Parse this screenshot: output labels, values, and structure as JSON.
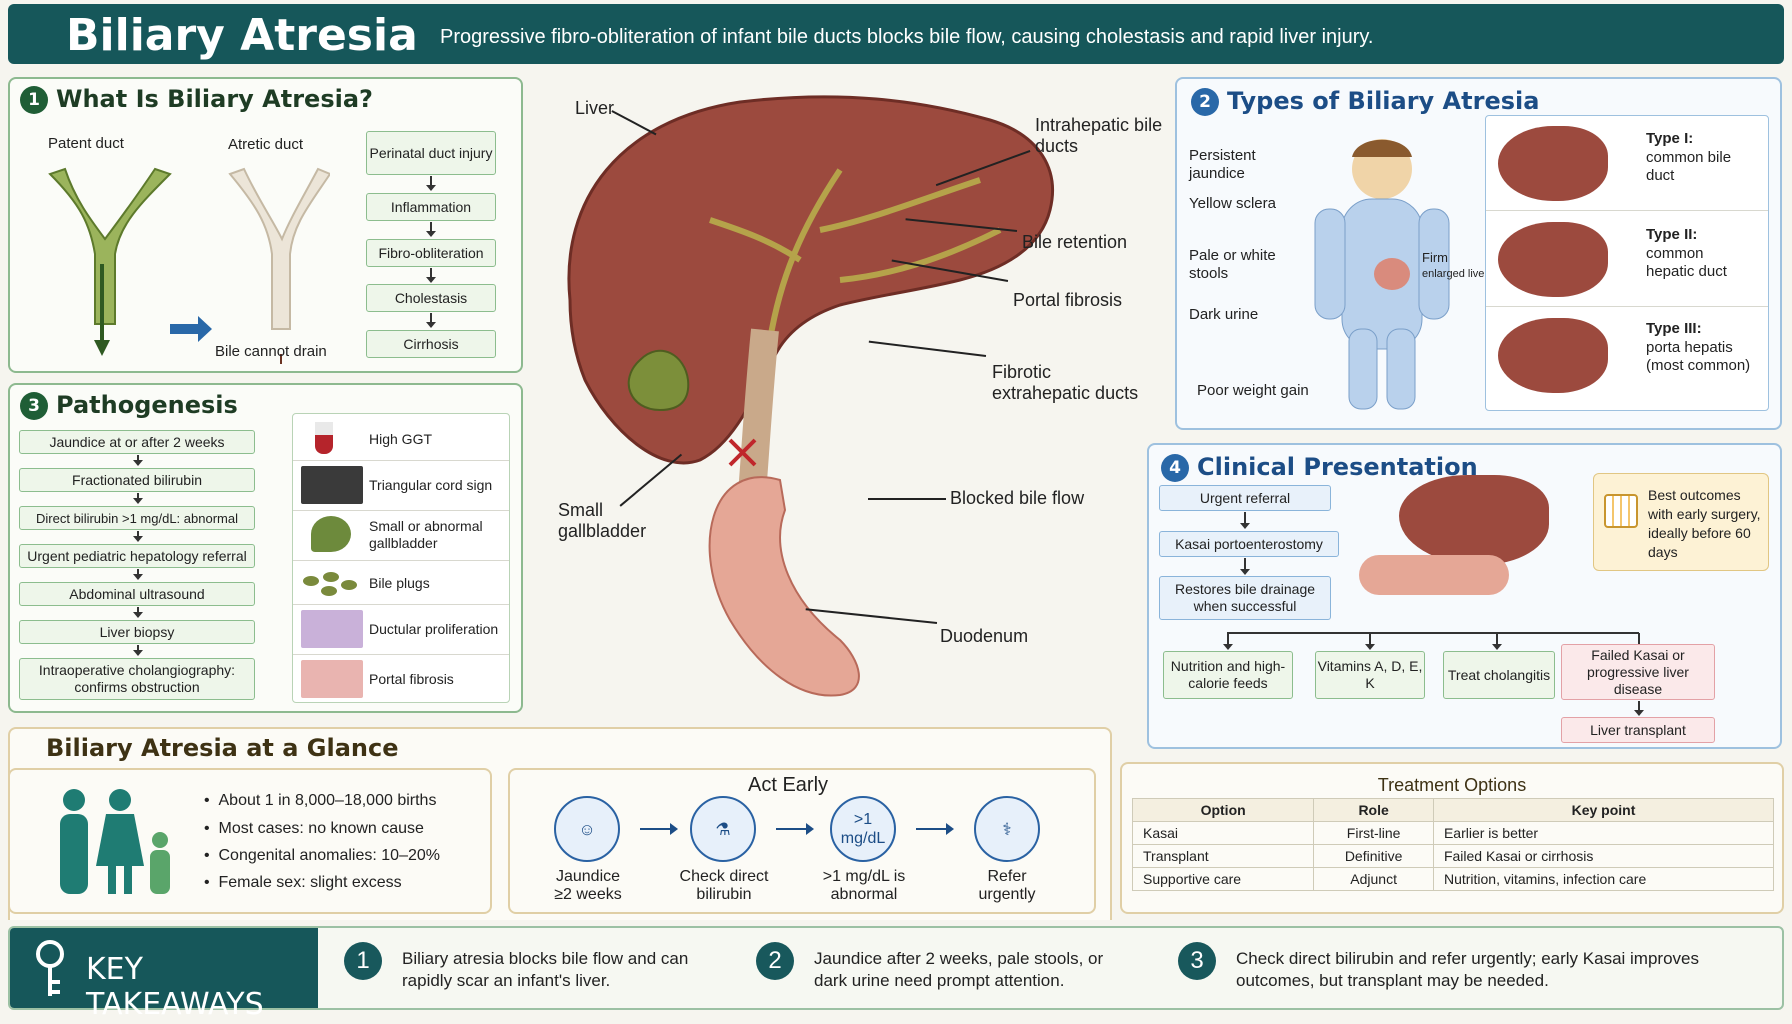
{
  "header": {
    "title": "Biliary Atresia",
    "subtitle": "Progressive fibro-obliteration of infant bile ducts blocks bile flow, causing cholestasis and rapid liver injury."
  },
  "what": {
    "num": "1",
    "title": "What Is Biliary Atresia?",
    "patent": "Patent duct",
    "atretic": "Atretic duct",
    "cannot_drain": "Bile cannot drain",
    "flow": [
      "Perinatal duct injury",
      "Inflammation",
      "Fibro-obliteration",
      "Cholestasis",
      "Cirrhosis"
    ]
  },
  "patho": {
    "num": "3",
    "title": "Pathogenesis",
    "steps": [
      "Jaundice at or after 2 weeks",
      "Fractionated bilirubin",
      "Direct bilirubin >1 mg/dL: abnormal",
      "Urgent pediatric hepatology referral",
      "Abdominal ultrasound",
      "Liver biopsy",
      "Intraoperative cholangiography: confirms obstruction"
    ],
    "findings": [
      "High GGT",
      "Triangular cord sign",
      "Small or abnormal gallbladder",
      "Bile plugs",
      "Ductular proliferation",
      "Portal fibrosis"
    ]
  },
  "liver": {
    "labels": {
      "liver": "Liver",
      "intra": "Intrahepatic bile ducts",
      "retention": "Bile retention",
      "portal": "Portal fibrosis",
      "fibrotic": "Fibrotic extrahepatic ducts",
      "blocked": "Blocked bile flow",
      "gallbladder": "Small gallbladder",
      "duodenum": "Duodenum"
    }
  },
  "types": {
    "num": "2",
    "title": "Types of Biliary Atresia",
    "signs": [
      "Persistent jaundice",
      "Yellow sclera",
      "Pale or white stools",
      "Dark urine",
      "Poor weight gain"
    ],
    "firm": "Firm",
    "enlarged": "enlarged liver",
    "list": [
      {
        "name": "Type I:",
        "desc": "common bile duct"
      },
      {
        "name": "Type II:",
        "desc": "common hepatic duct"
      },
      {
        "name": "Type III:",
        "desc": "porta hepatis (most common)"
      }
    ]
  },
  "clinical": {
    "num": "4",
    "title": "Clinical Presentation",
    "flow": [
      "Urgent referral",
      "Kasai portoenterostomy",
      "Restores bile drainage when successful"
    ],
    "best": "Best outcomes with early surgery, ideally before 60 days",
    "branches": [
      "Nutrition and high-calorie feeds",
      "Vitamins A, D, E, K",
      "Treat cholangitis",
      "Failed Kasai or progressive liver disease"
    ],
    "transplant": "Liver transplant"
  },
  "glance": {
    "title": "Biliary Atresia at a Glance",
    "facts": [
      "About 1 in 8,000–18,000 births",
      "Most cases: no known cause",
      "Congenital anomalies: 10–20%",
      "Female sex: slight excess"
    ]
  },
  "act": {
    "title": "Act Early",
    "steps": [
      {
        "icon": "",
        "label": "Jaundice ≥2 weeks"
      },
      {
        "icon": "",
        "label": "Check direct bilirubin"
      },
      {
        "icon": ">1 mg/dL",
        "label": ">1 mg/dL is abnormal"
      },
      {
        "icon": "",
        "label": "Refer urgently"
      }
    ]
  },
  "treatment": {
    "title": "Treatment Options",
    "headers": [
      "Option",
      "Role",
      "Key point"
    ],
    "rows": [
      [
        "Kasai",
        "First-line",
        "Earlier is better"
      ],
      [
        "Transplant",
        "Definitive",
        "Failed Kasai or cirrhosis"
      ],
      [
        "Supportive care",
        "Adjunct",
        "Nutrition, vitamins, infection care"
      ]
    ]
  },
  "takeaways": {
    "title": "KEY TAKEAWAYS",
    "items": [
      {
        "num": "1",
        "text": "Biliary atresia blocks bile flow and can rapidly scar an infant's liver."
      },
      {
        "num": "2",
        "text": "Jaundice after 2 weeks, pale stools, or dark urine need prompt attention."
      },
      {
        "num": "3",
        "text": "Check direct bilirubin and refer urgently; early Kasai improves outcomes, but transplant may be needed."
      }
    ]
  },
  "colors": {
    "teal": "#16575a",
    "green": "#1f5e36",
    "blue": "#2968a8",
    "liver": "#9c4a3e"
  }
}
